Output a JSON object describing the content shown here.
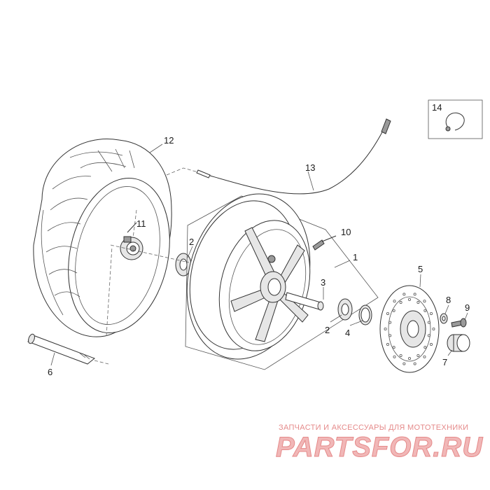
{
  "diagram": {
    "callouts": [
      {
        "id": "1",
        "label": "1"
      },
      {
        "id": "2a",
        "label": "2"
      },
      {
        "id": "2b",
        "label": "2"
      },
      {
        "id": "3",
        "label": "3"
      },
      {
        "id": "4",
        "label": "4"
      },
      {
        "id": "5",
        "label": "5"
      },
      {
        "id": "6",
        "label": "6"
      },
      {
        "id": "7",
        "label": "7"
      },
      {
        "id": "8",
        "label": "8"
      },
      {
        "id": "9",
        "label": "9"
      },
      {
        "id": "10",
        "label": "10"
      },
      {
        "id": "11",
        "label": "11"
      },
      {
        "id": "12",
        "label": "12"
      },
      {
        "id": "13",
        "label": "13"
      },
      {
        "id": "14",
        "label": "14"
      }
    ]
  },
  "watermark": {
    "caption": "ЗАПЧАСТИ И АКСЕССУАРЫ ДЛЯ МОТОТЕХНИКИ",
    "logo_text": "PARTSFOR.RU",
    "color": "#e58a8a"
  }
}
